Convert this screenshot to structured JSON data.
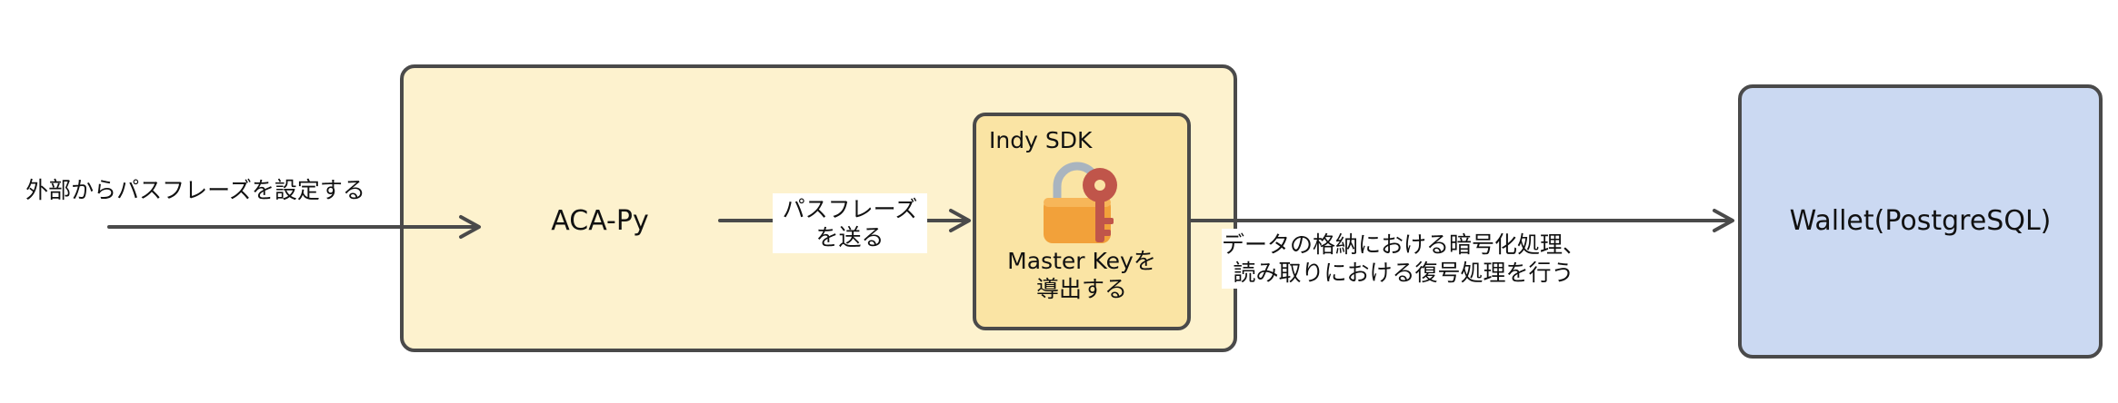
{
  "diagram": {
    "external": {
      "label": "外部からパスフレーズを設定する"
    },
    "acapy": {
      "label": "ACA-Py"
    },
    "passphrase": {
      "lines": [
        "パスフレーズ",
        "を送る"
      ]
    },
    "indy_sdk": {
      "title": "Indy SDK",
      "icon": "lock-key-icon",
      "master_key_lines": [
        "Master Keyを",
        "導出する"
      ]
    },
    "encryption": {
      "lines": [
        "データの格納における暗号化処理、",
        "読み取りにおける復号処理を行う"
      ]
    },
    "wallet": {
      "label": "Wallet(PostgreSQL)"
    }
  },
  "colors": {
    "acapy_fill": "#fdf2ce",
    "indy_fill": "#fae4a4",
    "wallet_fill": "#cbd9f2",
    "stroke": "#4a4a4a",
    "lock_body": "#f2a13a",
    "lock_shackle": "#a9b4bf",
    "key": "#c0554a"
  }
}
